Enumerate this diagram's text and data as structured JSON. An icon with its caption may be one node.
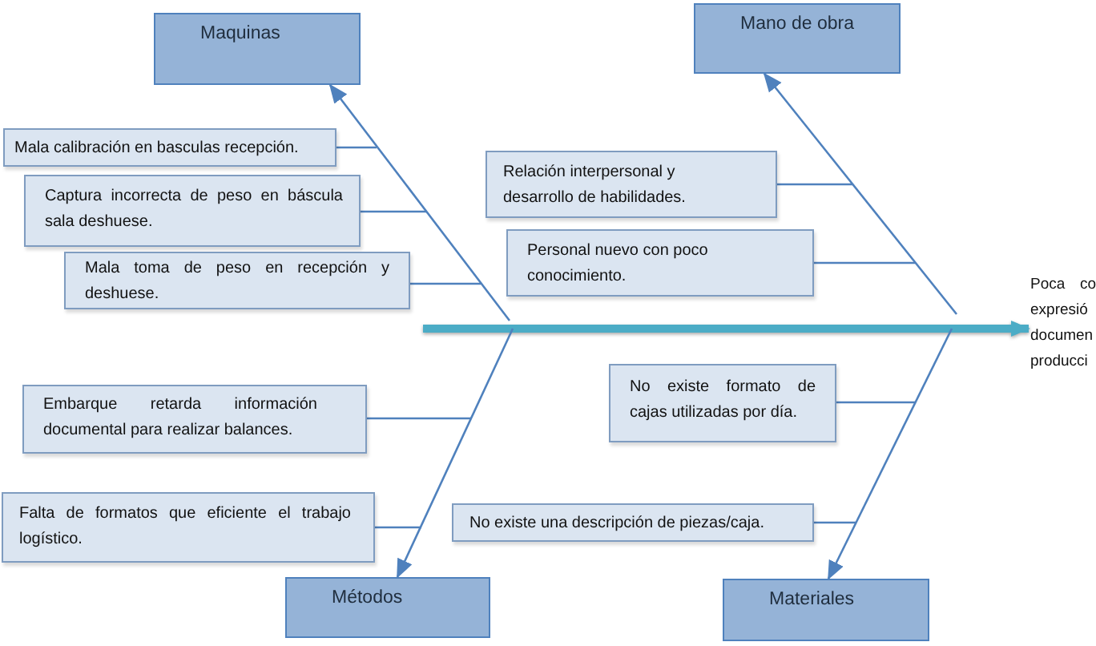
{
  "diagram": {
    "nodes": [
      {
        "text": [
          "Maquinas"
        ]
      },
      {
        "text": [
          "Mano de obra"
        ]
      },
      {
        "text": [
          "Mala calibración en basculas recepción."
        ]
      },
      {
        "text": [
          "Captura incorrecta de peso en báscula sala deshuese."
        ]
      },
      {
        "text": [
          "Mala toma de peso en recepción y deshuese."
        ]
      },
      {
        "text": [
          "Relación interpersonal y desarrollo de habilidades."
        ]
      },
      {
        "text": [
          "Personal nuevo con poco conocimiento."
        ]
      },
      {
        "text": [
          "Poca co expresió documen producci"
        ]
      },
      {
        "text": [
          "Embarque retarda información documental para realizar balances."
        ]
      },
      {
        "text": [
          "No existe formato de cajas utilizadas por día."
        ]
      },
      {
        "text": [
          "Falta de formatos que eficiente el trabajo logístico."
        ]
      },
      {
        "text": [
          "No existe una descripción de piezas/caja."
        ]
      },
      {
        "text": [
          "Métodos"
        ]
      },
      {
        "text": [
          "Materiales"
        ]
      }
    ],
    "edges": [
      {
        "from": null,
        "to": 7,
        "arrow": "to",
        "style": "thick",
        "color": "#4bacc6"
      },
      {
        "from": null,
        "to": 0,
        "arrow": "to"
      },
      {
        "from": null,
        "to": 1,
        "arrow": "to"
      },
      {
        "from": null,
        "to": 12,
        "arrow": "to"
      },
      {
        "from": null,
        "to": 13,
        "arrow": "to"
      },
      {
        "from": 2,
        "to": null,
        "arrow": "none"
      },
      {
        "from": 3,
        "to": null,
        "arrow": "none"
      },
      {
        "from": 4,
        "to": null,
        "arrow": "none"
      },
      {
        "from": 5,
        "to": null,
        "arrow": "none"
      },
      {
        "from": 6,
        "to": null,
        "arrow": "none"
      },
      {
        "from": 8,
        "to": null,
        "arrow": "none"
      },
      {
        "from": 10,
        "to": null,
        "arrow": "none"
      },
      {
        "from": 9,
        "to": null,
        "arrow": "none"
      },
      {
        "from": 11,
        "to": null,
        "arrow": "none"
      }
    ]
  }
}
